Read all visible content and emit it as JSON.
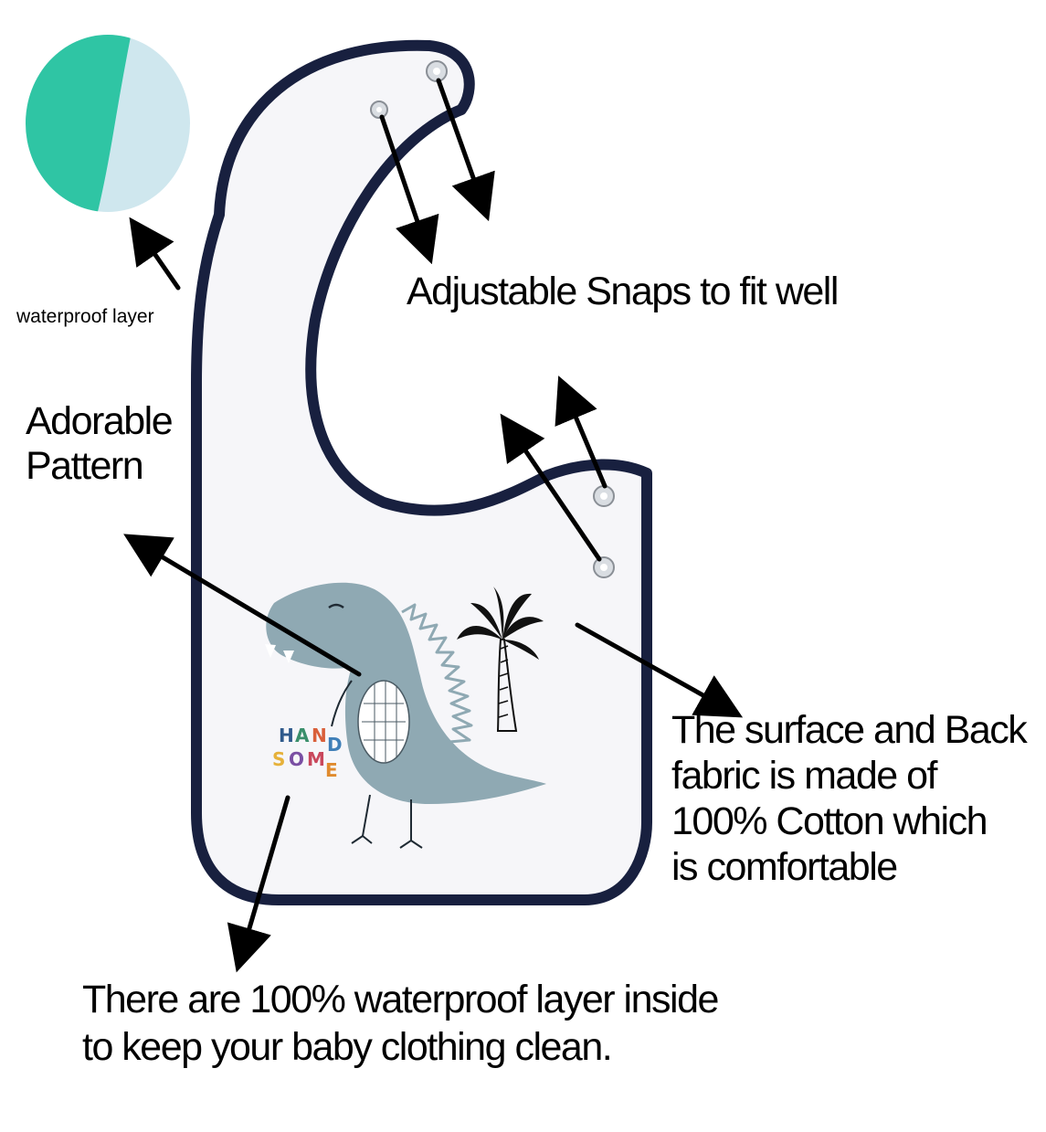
{
  "labels": {
    "waterproof_layer": "waterproof layer",
    "adjustable_snaps": "Adjustable Snaps to fit well",
    "adorable_pattern": [
      "Adorable",
      "Pattern"
    ],
    "surface_fabric": [
      "The surface and Back",
      "fabric is made of",
      "100% Cotton which",
      "is comfortable"
    ],
    "waterproof_inside": [
      "There are 100% waterproof layer inside",
      "to keep your baby clothing  clean."
    ]
  },
  "print_letters": [
    "H",
    "A",
    "N",
    "S",
    "O",
    "M",
    "D",
    "E"
  ],
  "colors": {
    "bib_trim": "#18203f",
    "bib_body": "#f6f6f9",
    "dino": "#8fa9b3",
    "waterproof_teal": "#2fc5a4",
    "waterproof_light": "#cfe7ee",
    "letters": [
      "#2f5a8c",
      "#3a8f6b",
      "#d95f3a",
      "#e6b13a",
      "#7a4fa3",
      "#c9475c",
      "#3f7fb8",
      "#e08b2e"
    ]
  },
  "icons": [
    "arrow-icon",
    "snap-button-icon",
    "dinosaur-print-icon",
    "palm-tree-icon"
  ]
}
